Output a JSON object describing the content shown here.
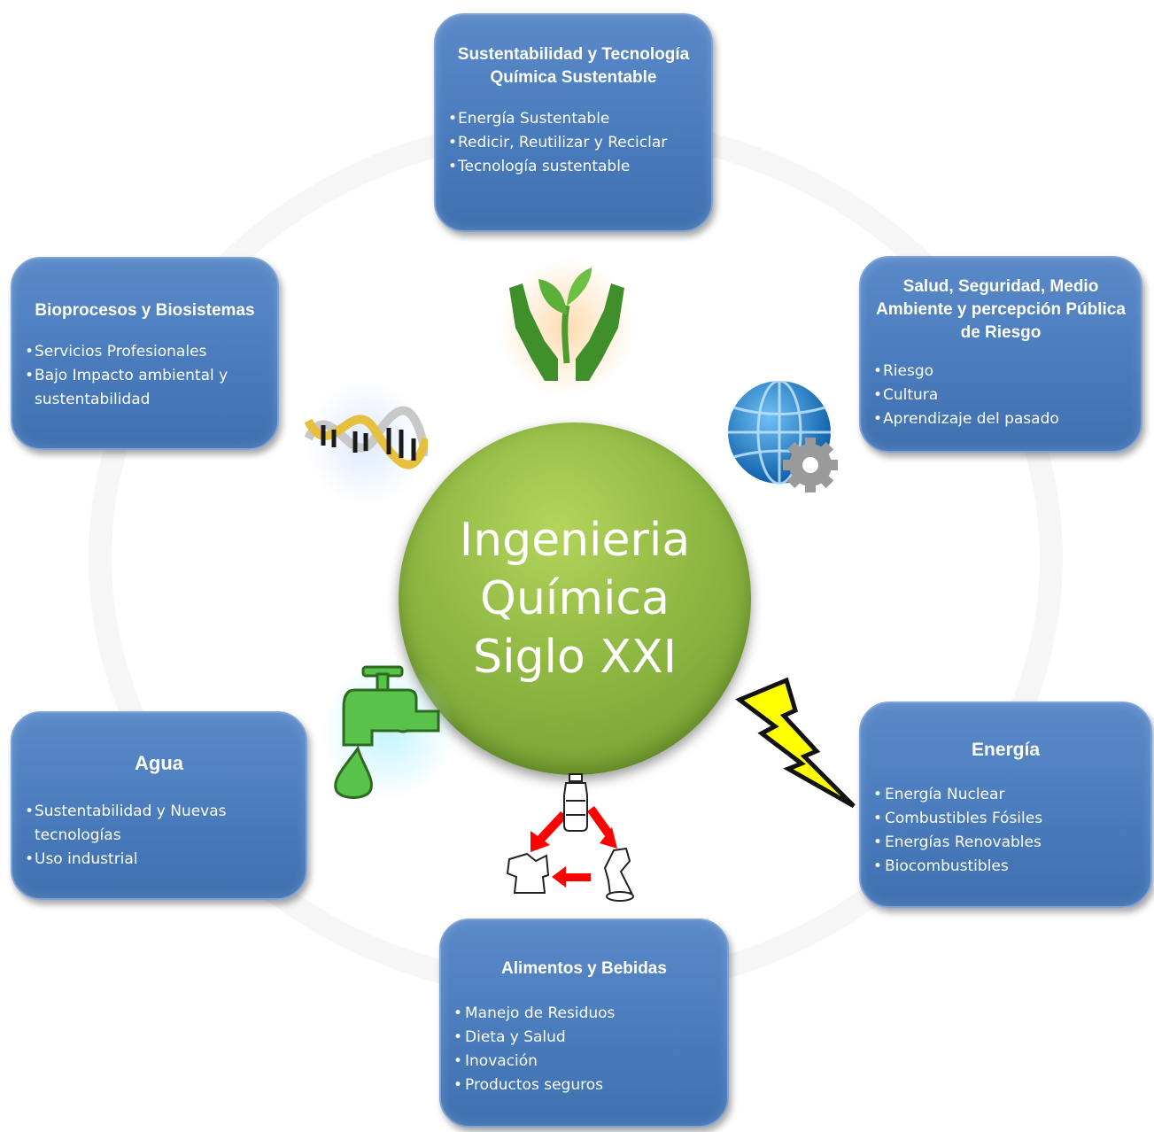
{
  "center": {
    "title": "Ingenieria Química Siglo XXI"
  },
  "boxes": {
    "top": {
      "title": "Sustentabilidad y Tecnología Química Sustentable",
      "items": [
        "Energía Sustentable",
        "Redicir, Reutilizar y Reciclar",
        "Tecnología sustentable"
      ]
    },
    "upper_left": {
      "title": "Bioprocesos y Biosistemas",
      "items": [
        "Servicios Profesionales",
        "Bajo Impacto ambiental y sustentabilidad"
      ]
    },
    "upper_right": {
      "title": "Salud, Seguridad, Medio Ambiente y percepción Pública de Riesgo",
      "items": [
        "Riesgo",
        "Cultura",
        "Aprendizaje del  pasado"
      ]
    },
    "lower_left": {
      "title": "Agua",
      "items": [
        "Sustentabilidad y Nuevas tecnologías",
        "Uso industrial"
      ]
    },
    "lower_right": {
      "title": "Energía",
      "items": [
        "Energía Nuclear",
        "Combustibles Fósiles",
        "Energías Renovables",
        "Biocombustibles"
      ]
    },
    "bottom": {
      "title": "Alimentos y Bebidas",
      "items": [
        "Manejo de Residuos",
        "Dieta y Salud",
        "Inovación",
        "Productos seguros"
      ]
    }
  },
  "icons": {
    "top": "plant-in-hands-icon",
    "upper_left": "dna-icon",
    "upper_right": "globe-gear-icon",
    "lower_left": "water-tap-icon",
    "lower_right": "lightning-bolt-icon",
    "bottom": "recycle-cycle-icon"
  },
  "colors": {
    "box_blue": "#4f80c1",
    "center_green": "#8fb843",
    "text": "#ffffff"
  }
}
